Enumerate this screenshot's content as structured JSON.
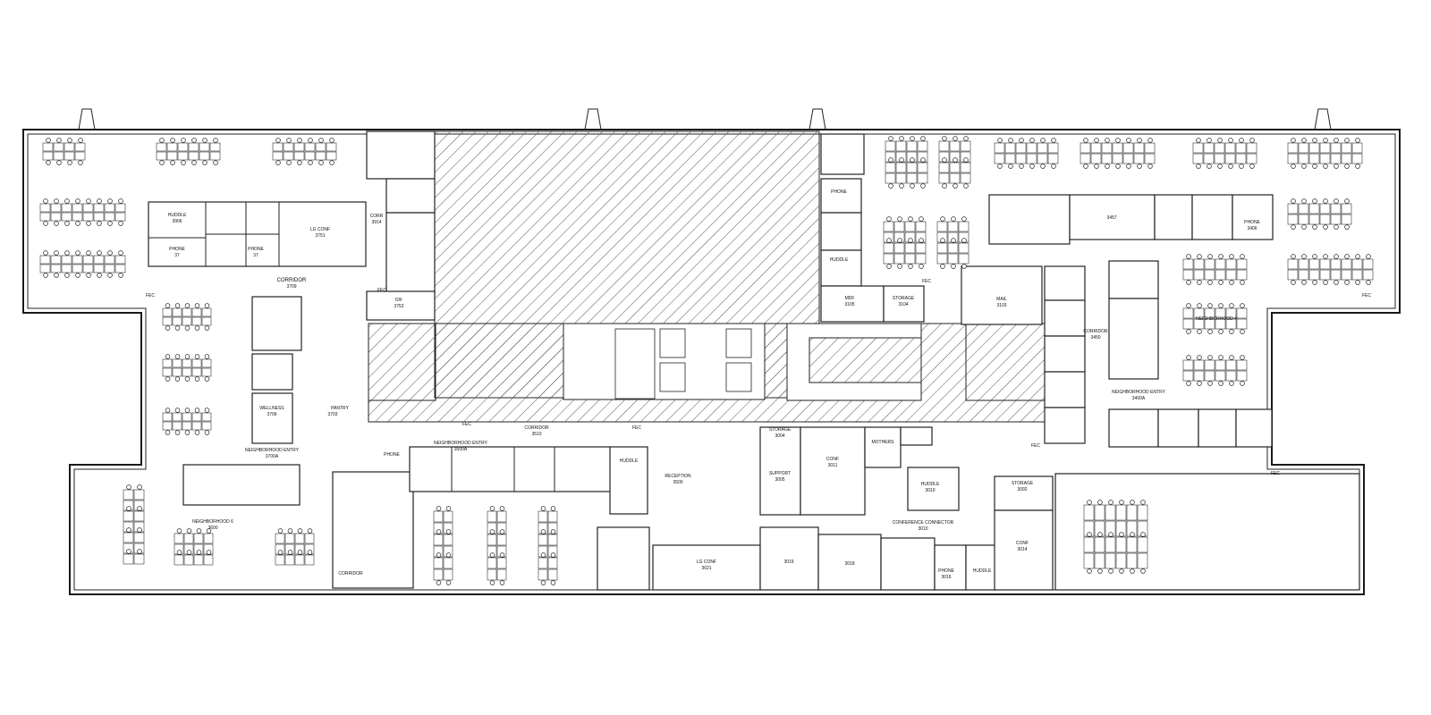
{
  "drawing": {
    "line_color": "#1a1a1a",
    "background": "#ffffff",
    "hatch_color": "#555555"
  },
  "labels": {
    "corridor_3709": {
      "name": "CORRIDOR",
      "num": "3709"
    },
    "huddle_3906": {
      "name": "HUDDLE",
      "num": "3906"
    },
    "phone_3708": {
      "name": "PHONE",
      "num": "37"
    },
    "phone_3707": {
      "name": "PHONE",
      "num": "37"
    },
    "lg_conf_3751": {
      "name": "LG CONF",
      "num": "3751"
    },
    "corr_3914": {
      "name": "CORR",
      "num": "3914"
    },
    "idf_3752": {
      "name": "IDF",
      "num": "3752"
    },
    "wellness": {
      "name": "WELLNESS",
      "num": "3706"
    },
    "pantry": {
      "name": "PANTRY",
      "num": "3703"
    },
    "neighborhood_entry_3700a": {
      "name": "NEIGHBORHOOD ENTRY",
      "num": "3700A"
    },
    "neighborhood_6": {
      "name": "NEIGHBORHOOD 6",
      "num": "3600"
    },
    "corridor_west_bottom": {
      "name": "CORRIDOR",
      "num": ""
    },
    "corridor_3510": {
      "name": "CORRIDOR",
      "num": "3510"
    },
    "neighborhood_entry_3500a": {
      "name": "NEIGHBORHOOD ENTRY",
      "num": "3500A"
    },
    "phone_south": {
      "name": "PHONE",
      "num": ""
    },
    "huddle_south": {
      "name": "HUDDLE",
      "num": ""
    },
    "reception": {
      "name": "RECEPTION",
      "num": "3500"
    },
    "lg_conf_3021": {
      "name": "LG CONF",
      "num": "3021"
    },
    "storage_3004": {
      "name": "STORAGE",
      "num": "3004"
    },
    "support_3005": {
      "name": "SUPPORT",
      "num": "3005"
    },
    "conf_3011": {
      "name": "CONF",
      "num": "3011"
    },
    "mothers": {
      "name": "MOTHERS",
      "num": ""
    },
    "huddle_3010": {
      "name": "HUDDLE",
      "num": "3010"
    },
    "conference_connector": {
      "name": "CONFERENCE CONNECTOR",
      "num": "3010"
    },
    "room_3019": {
      "name": "",
      "num": "3019"
    },
    "room_3018": {
      "name": "",
      "num": "3018"
    },
    "phone_3016": {
      "name": "PHONE",
      "num": "3016"
    },
    "huddle_3015": {
      "name": "HUDDLE",
      "num": ""
    },
    "storage_3092": {
      "name": "STORAGE",
      "num": "3092"
    },
    "conf_3014": {
      "name": "CONF",
      "num": "3014"
    },
    "phone_north": {
      "name": "PHONE",
      "num": ""
    },
    "huddle_north": {
      "name": "HUDDLE",
      "num": ""
    },
    "mdf_3105": {
      "name": "MDF",
      "num": "3105"
    },
    "storage_3104": {
      "name": "STORAGE",
      "num": "3104"
    },
    "mail_3103": {
      "name": "MAIL",
      "num": "3103"
    },
    "corridor_3450": {
      "name": "CORRIDOR",
      "num": "3450"
    },
    "neighborhood_entry_3400a": {
      "name": "NEIGHBORHOOD ENTRY",
      "num": "3400A"
    },
    "room_3457": {
      "name": "",
      "num": "3457"
    },
    "phone_3406": {
      "name": "PHONE",
      "num": "3406"
    },
    "neighborhood_4": {
      "name": "NEIGHBORHOOD 4",
      "num": ""
    },
    "fec": {
      "name": "FEC",
      "num": ""
    }
  }
}
